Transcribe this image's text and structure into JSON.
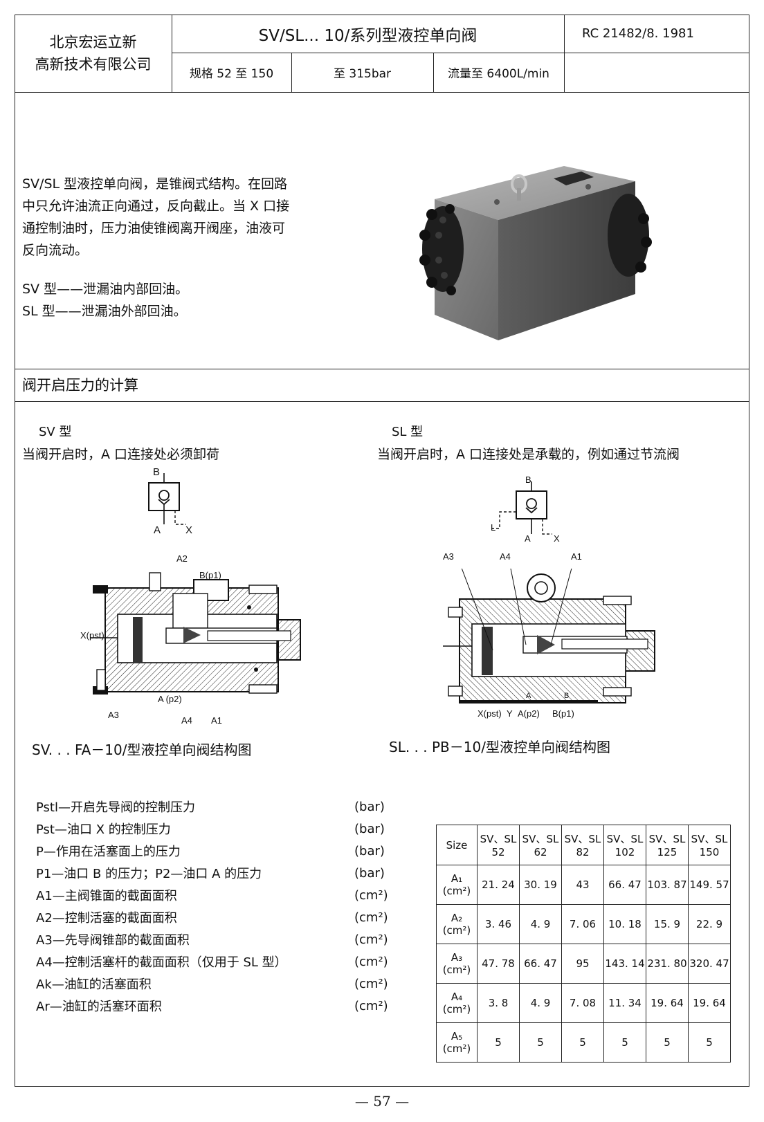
{
  "header": {
    "company_line1": "北京宏运立新",
    "company_line2": "高新技术有限公司",
    "title": "SV/SL... 10/系列型液控单向阀",
    "ref": "RC 21482/8. 1981",
    "spec_size": "规格 52 至 150",
    "spec_pressure": "至 315bar",
    "spec_flow": "流量至 6400L/min"
  },
  "intro": {
    "lines": [
      "SV/SL 型液控单向阀，是锥阀式结构。在回路",
      "中只允许油流正向通过，反向截止。当 X 口接",
      "通控制油时，压力油使锥阀离开阀座，油液可",
      "反向流动。"
    ],
    "sv_type": "SV 型——泄漏油内部回油。",
    "sl_type": "SL 型——泄漏油外部回油。"
  },
  "section_title": "阀开启压力的计算",
  "sv": {
    "heading": "SV 型",
    "note": "当阀开启时，A 口连接处必须卸荷",
    "symbol": {
      "b": "B",
      "a": "A",
      "x": "X"
    },
    "labels": {
      "a2": "A2",
      "bp1": "B(p1)",
      "xpst": "X(pst)",
      "ap2": "A (p2)",
      "a3": "A3",
      "a4": "A4",
      "a1": "A1"
    },
    "caption": "SV. . . FA－10/型液控单向阀结构图"
  },
  "sl": {
    "heading": "SL 型",
    "note": "当阀开启时，A 口连接处是承载的，例如通过节流阀",
    "symbol": {
      "b": "B",
      "a": "A",
      "x": "X",
      "l": "L"
    },
    "labels": {
      "a3": "A3",
      "a4": "A4",
      "a1": "A1",
      "xpst": "X(pst)",
      "y": "Y",
      "ap2": "A(p2)",
      "bp1": "B(p1)",
      "a_in": "A",
      "b_in": "B"
    },
    "caption": "SL. . . PB－10/型液控单向阀结构图"
  },
  "legend": [
    {
      "text": "Pstl—开启先导阀的控制压力",
      "unit": "(bar)"
    },
    {
      "text": "Pst—油口 X 的控制压力",
      "unit": "(bar)"
    },
    {
      "text": "P—作用在活塞面上的压力",
      "unit": "(bar)"
    },
    {
      "text": "P1—油口 B 的压力；P2—油口 A 的压力",
      "unit": "(bar)"
    },
    {
      "text": "A1—主阀锥面的截面面积",
      "unit": "(cm²)"
    },
    {
      "text": "A2—控制活塞的截面面积",
      "unit": "(cm²)"
    },
    {
      "text": "A3—先导阀锥部的截面面积",
      "unit": "(cm²)"
    },
    {
      "text": "A4—控制活塞杆的截面面积（仅用于 SL 型）",
      "unit": "(cm²)"
    },
    {
      "text": "Ak—油缸的活塞面积",
      "unit": "(cm²)"
    },
    {
      "text": "Ar—油缸的活塞环面积",
      "unit": "(cm²)"
    }
  ],
  "size_table": {
    "corner": "Size",
    "prefix": "SV、SL",
    "sizes": [
      "52",
      "62",
      "82",
      "102",
      "125",
      "150"
    ],
    "unit": "(cm²)",
    "rows": [
      {
        "label": "A₁",
        "values": [
          "21. 24",
          "30. 19",
          "43",
          "66. 47",
          "103. 87",
          "149. 57"
        ]
      },
      {
        "label": "A₂",
        "values": [
          "3. 46",
          "4. 9",
          "7. 06",
          "10. 18",
          "15. 9",
          "22. 9"
        ]
      },
      {
        "label": "A₃",
        "values": [
          "47. 78",
          "66. 47",
          "95",
          "143. 14",
          "231. 80",
          "320. 47"
        ]
      },
      {
        "label": "A₄",
        "values": [
          "3. 8",
          "4. 9",
          "7. 08",
          "11. 34",
          "19. 64",
          "19. 64"
        ]
      },
      {
        "label": "A₅",
        "values": [
          "5",
          "5",
          "5",
          "5",
          "5",
          "5"
        ]
      }
    ]
  },
  "page_number": "— 57 —"
}
